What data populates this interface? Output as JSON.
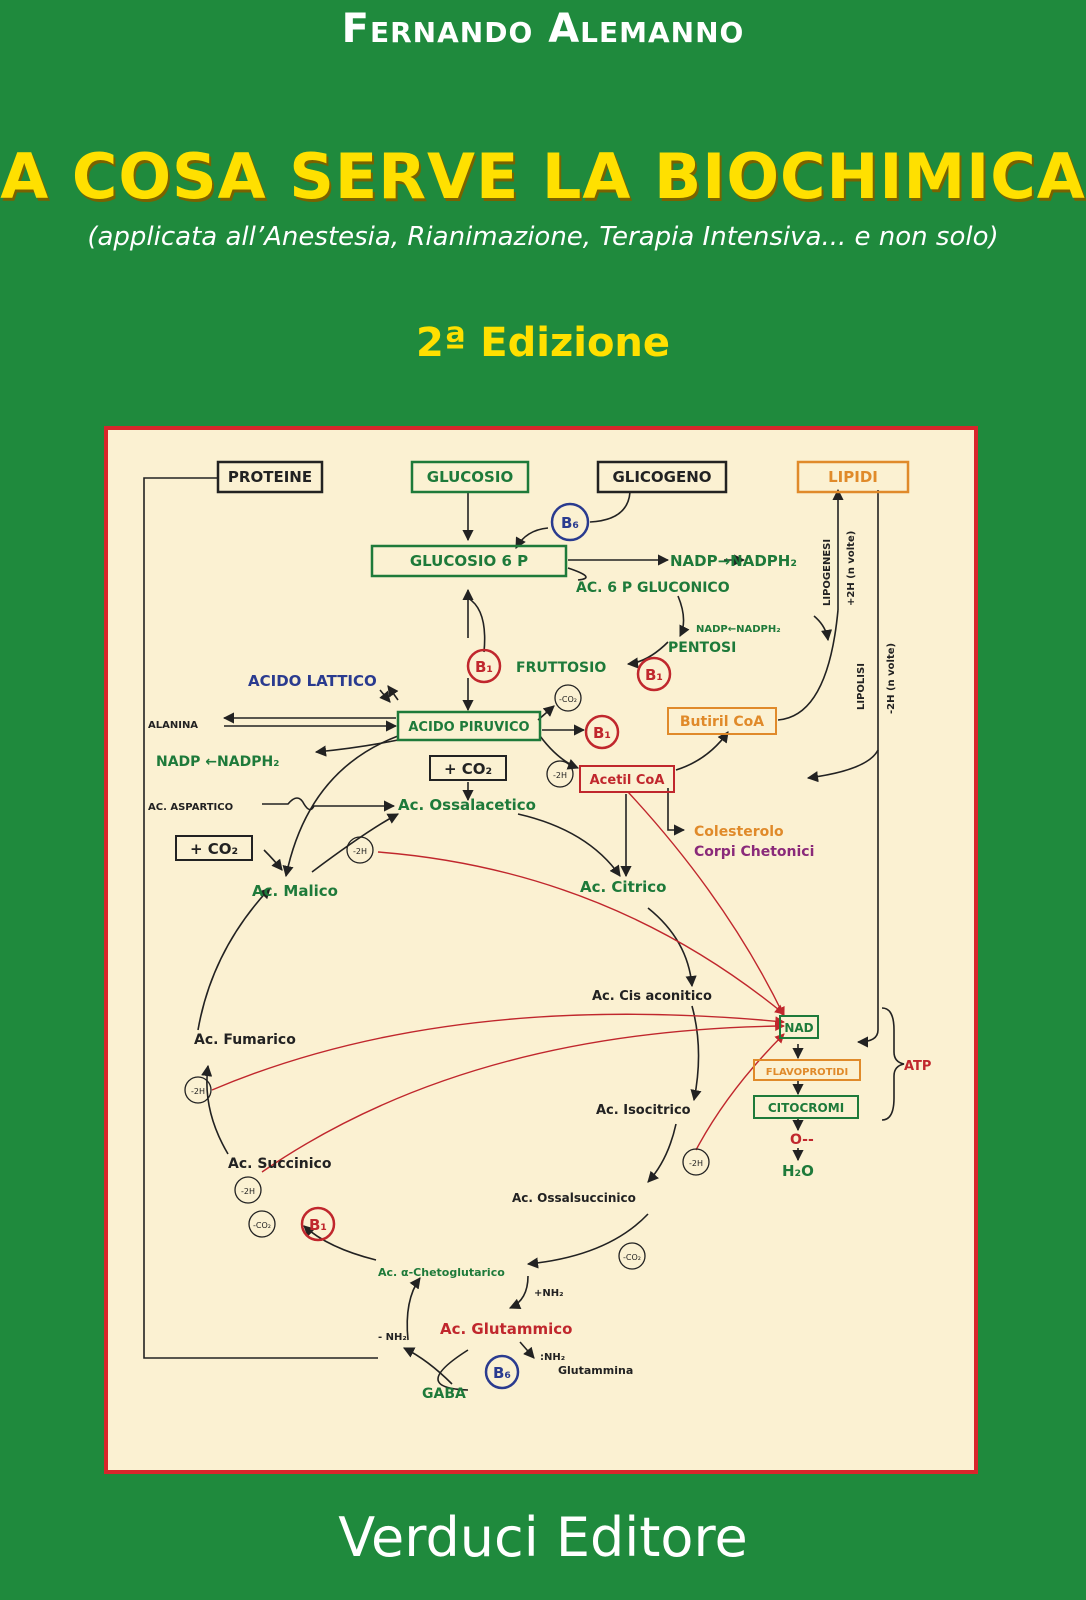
{
  "cover": {
    "author": "Fernando Alemanno",
    "title": "A COSA SERVE LA BIOCHIMICA",
    "subtitle": "(applicata all’Anestesia, Rianimazione, Terapia Intensiva... e non solo)",
    "edition": "2ª Edizione",
    "publisher": "Verduci Editore"
  },
  "colors": {
    "background": "#1f8a3d",
    "title": "#ffe000",
    "panel": "#fbf1d2",
    "panel_border": "#d8262b",
    "green_text": "#1e7a3a",
    "red_text": "#c0272d",
    "orange_text": "#e08a2a",
    "blue_text": "#2a3b8f",
    "purple_text": "#8a2a7a",
    "black_text": "#222222"
  },
  "diagram": {
    "boxes": {
      "proteine": "PROTEINE",
      "glucosio": "GLUCOSIO",
      "glicogeno": "GLICOGENO",
      "lipidi": "LIPIDI",
      "glucosio6p": "GLUCOSIO 6 P",
      "acido_piruvico": "ACIDO PIRUVICO",
      "plus_co2": "+ CO₂",
      "plus_co2_b": "+ CO₂",
      "butiril": "Butiril CoA",
      "acetil": "Acetil CoA",
      "nad": "NAD",
      "flavoprotidi": "FLAVOPROTIDI",
      "citocromi": "CITOCROMI"
    },
    "labels": {
      "nadp_nadph": "NADP→NADPH₂",
      "ac6p": "AC. 6 P GLUCONICO",
      "nadp_small": "NADP←NADPH₂",
      "pentosi": "PENTOSI",
      "fruttosio": "FRUTTOSIO",
      "acido_lattico": "ACIDO LATTICO",
      "alanina": "ALANINA",
      "nadp_left": "NADP ←NADPH₂",
      "ac_aspartico": "AC. ASPARTICO",
      "ossalacetico": "Ac. Ossalacetico",
      "colesterolo": "Colesterolo",
      "corpi": "Corpi Chetonici",
      "malico": "Ac. Malico",
      "citrico": "Ac. Citrico",
      "cis": "Ac. Cis aconitico",
      "fumarico": "Ac. Fumarico",
      "isocitrico": "Ac. Isocitrico",
      "succinico": "Ac. Succinico",
      "ossalsuccinico": "Ac. Ossalsuccinico",
      "chetoglutarico": "Ac. α-Chetoglutarico",
      "plus_nh2": "+NH₂",
      "glutammico": "Ac. Glutammico",
      "minus_nh2": "- NH₂",
      "nh2_glut": ":NH₂",
      "glutammina": "Glutammina",
      "gaba": "GABA",
      "atp": "ATP",
      "o2": "O--",
      "h2o": "H₂O",
      "lipogenesi": "LIPOGENESI",
      "plus2h": "+2H (n volte)",
      "lipolisi": "LIPOLISI",
      "minus2h_n": "-2H (n volte)"
    },
    "circles": {
      "b6": "B₆",
      "b1": "B₁",
      "minus_co2": "-CO₂",
      "minus_2h": "-2H"
    }
  }
}
